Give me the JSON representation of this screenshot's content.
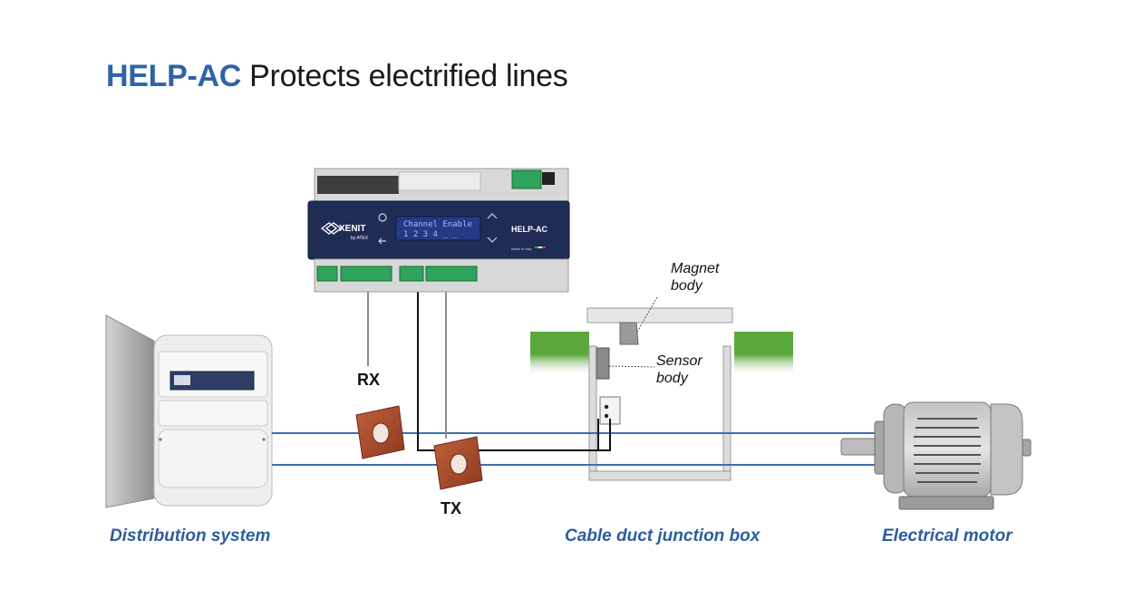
{
  "title": {
    "brand": "HELP-AC",
    "rest": "Protects electrified lines"
  },
  "device": {
    "logo": "XENIT",
    "logo_sub": "by ATEX",
    "display_line1": "Channel Enable",
    "display_line2": "1 2 3 4 _ _",
    "model": "HELP-AC",
    "made_in": "Made in Italy"
  },
  "labels": {
    "rx": "RX",
    "tx": "TX",
    "magnet_line1": "Magnet",
    "magnet_line2": "body",
    "sensor_line1": "Sensor",
    "sensor_line2": "body"
  },
  "captions": {
    "distribution": "Distribution system",
    "junction": "Cable duct junction box",
    "motor": "Electrical motor"
  },
  "colors": {
    "brand_blue": "#2e63a8",
    "caption_blue": "#2e5d9e",
    "cable_blue": "#3d6fb0",
    "ferrite_brown": "#a84a2c",
    "grass_green": "#5aa83c"
  }
}
